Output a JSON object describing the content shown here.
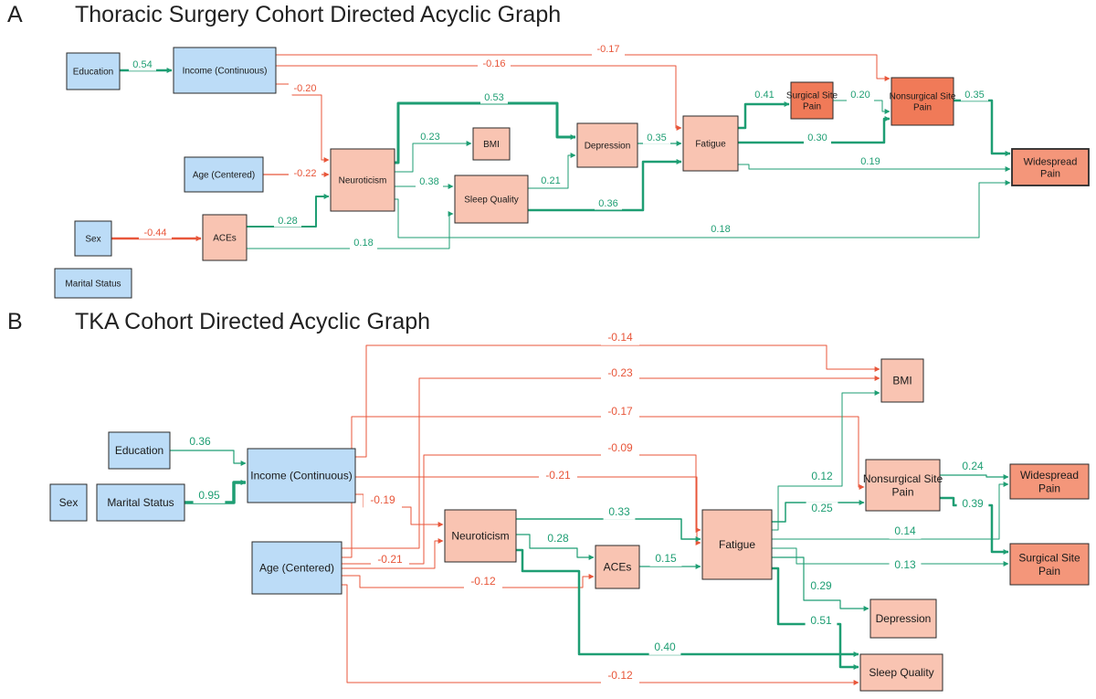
{
  "panels": {
    "a": {
      "letter": "A",
      "title": "Thoracic Surgery Cohort Directed Acyclic Graph"
    },
    "b": {
      "letter": "B",
      "title": "TKA Cohort Directed Acyclic Graph"
    }
  },
  "colors": {
    "positive_edge": "#1e9e73",
    "negative_edge": "#e8563a",
    "exposure_node": "#bcdcf7",
    "mediator_node": "#f9c4b2",
    "outcome_node": "#f4967a",
    "outcome_node_strong": "#f07a58"
  },
  "graph_a": {
    "nodes": [
      {
        "id": "education",
        "label": "Education",
        "kind": "exposure"
      },
      {
        "id": "income",
        "label": "Income (Continuous)",
        "kind": "exposure"
      },
      {
        "id": "age",
        "label": "Age (Centered)",
        "kind": "exposure"
      },
      {
        "id": "sex",
        "label": "Sex",
        "kind": "exposure"
      },
      {
        "id": "marital",
        "label": "Marital Status",
        "kind": "exposure"
      },
      {
        "id": "aces",
        "label": "ACEs",
        "kind": "mediator"
      },
      {
        "id": "neuroticism",
        "label": "Neuroticism",
        "kind": "mediator"
      },
      {
        "id": "bmi",
        "label": "BMI",
        "kind": "mediator"
      },
      {
        "id": "sleep",
        "label": "Sleep Quality",
        "kind": "mediator"
      },
      {
        "id": "depression",
        "label": "Depression",
        "kind": "mediator"
      },
      {
        "id": "fatigue",
        "label": "Fatigue",
        "kind": "mediator"
      },
      {
        "id": "surgical",
        "label": "Surgical Site Pain",
        "kind": "outcome_strong"
      },
      {
        "id": "nonsurgical",
        "label": "Nonsurgical Site Pain",
        "kind": "outcome_strong"
      },
      {
        "id": "widespread",
        "label": "Widespread Pain",
        "kind": "outcome"
      }
    ],
    "edges": [
      {
        "from": "education",
        "to": "income",
        "weight": "0.54"
      },
      {
        "from": "income",
        "to": "nonsurgical",
        "weight": "-0.17"
      },
      {
        "from": "income",
        "to": "fatigue",
        "weight": "-0.16"
      },
      {
        "from": "income",
        "to": "neuroticism",
        "weight": "-0.20"
      },
      {
        "from": "age",
        "to": "neuroticism",
        "weight": "-0.22"
      },
      {
        "from": "sex",
        "to": "aces",
        "weight": "-0.44"
      },
      {
        "from": "aces",
        "to": "neuroticism",
        "weight": "0.28"
      },
      {
        "from": "aces",
        "to": "sleep",
        "weight": "0.18"
      },
      {
        "from": "neuroticism",
        "to": "depression",
        "weight": "0.53"
      },
      {
        "from": "neuroticism",
        "to": "bmi",
        "weight": "0.23"
      },
      {
        "from": "neuroticism",
        "to": "sleep",
        "weight": "0.38"
      },
      {
        "from": "neuroticism",
        "to": "widespread",
        "weight": "0.18"
      },
      {
        "from": "sleep",
        "to": "depression",
        "weight": "0.21"
      },
      {
        "from": "sleep",
        "to": "fatigue",
        "weight": "0.36"
      },
      {
        "from": "depression",
        "to": "fatigue",
        "weight": "0.35"
      },
      {
        "from": "fatigue",
        "to": "surgical",
        "weight": "0.41"
      },
      {
        "from": "fatigue",
        "to": "nonsurgical",
        "weight": "0.30"
      },
      {
        "from": "fatigue",
        "to": "widespread",
        "weight": "0.19"
      },
      {
        "from": "surgical",
        "to": "nonsurgical",
        "weight": "0.20"
      },
      {
        "from": "nonsurgical",
        "to": "widespread",
        "weight": "0.35"
      }
    ]
  },
  "graph_b": {
    "nodes": [
      {
        "id": "education",
        "label": "Education",
        "kind": "exposure"
      },
      {
        "id": "sex",
        "label": "Sex",
        "kind": "exposure"
      },
      {
        "id": "marital",
        "label": "Marital Status",
        "kind": "exposure"
      },
      {
        "id": "income",
        "label": "Income (Continuous)",
        "kind": "exposure"
      },
      {
        "id": "age",
        "label": "Age (Centered)",
        "kind": "exposure"
      },
      {
        "id": "neuroticism",
        "label": "Neuroticism",
        "kind": "mediator"
      },
      {
        "id": "aces",
        "label": "ACEs",
        "kind": "mediator"
      },
      {
        "id": "fatigue",
        "label": "Fatigue",
        "kind": "mediator"
      },
      {
        "id": "bmi",
        "label": "BMI",
        "kind": "mediator"
      },
      {
        "id": "nonsurgical",
        "label": "Nonsurgical Site Pain",
        "kind": "mediator"
      },
      {
        "id": "widespread",
        "label": "Widespread Pain",
        "kind": "outcome"
      },
      {
        "id": "surgical",
        "label": "Surgical Site Pain",
        "kind": "outcome"
      },
      {
        "id": "depression",
        "label": "Depression",
        "kind": "mediator"
      },
      {
        "id": "sleep",
        "label": "Sleep Quality",
        "kind": "mediator"
      }
    ],
    "edges": [
      {
        "from": "education",
        "to": "income",
        "weight": "0.36"
      },
      {
        "from": "marital",
        "to": "income",
        "weight": "0.95"
      },
      {
        "from": "income",
        "to": "bmi",
        "weight": "-0.14"
      },
      {
        "from": "income",
        "to": "fatigue",
        "weight": "-0.21"
      },
      {
        "from": "income",
        "to": "neuroticism",
        "weight": "-0.19"
      },
      {
        "from": "age",
        "to": "bmi",
        "weight": "-0.23"
      },
      {
        "from": "age",
        "to": "nonsurgical",
        "weight": "-0.17"
      },
      {
        "from": "age",
        "to": "fatigue",
        "weight": "-0.09"
      },
      {
        "from": "age",
        "to": "neuroticism",
        "weight": "-0.21"
      },
      {
        "from": "age",
        "to": "aces",
        "weight": "-0.12"
      },
      {
        "from": "age",
        "to": "sleep",
        "weight": "-0.12"
      },
      {
        "from": "neuroticism",
        "to": "fatigue",
        "weight": "0.33"
      },
      {
        "from": "neuroticism",
        "to": "aces",
        "weight": "0.28"
      },
      {
        "from": "neuroticism",
        "to": "sleep",
        "weight": "0.40"
      },
      {
        "from": "aces",
        "to": "fatigue",
        "weight": "0.15"
      },
      {
        "from": "fatigue",
        "to": "bmi",
        "weight": "0.12"
      },
      {
        "from": "fatigue",
        "to": "nonsurgical",
        "weight": "0.25"
      },
      {
        "from": "fatigue",
        "to": "widespread",
        "weight": "0.14"
      },
      {
        "from": "fatigue",
        "to": "surgical",
        "weight": "0.13"
      },
      {
        "from": "fatigue",
        "to": "depression",
        "weight": "0.29"
      },
      {
        "from": "fatigue",
        "to": "sleep",
        "weight": "0.51"
      },
      {
        "from": "nonsurgical",
        "to": "widespread",
        "weight": "0.24"
      },
      {
        "from": "nonsurgical",
        "to": "surgical",
        "weight": "0.39"
      }
    ]
  }
}
